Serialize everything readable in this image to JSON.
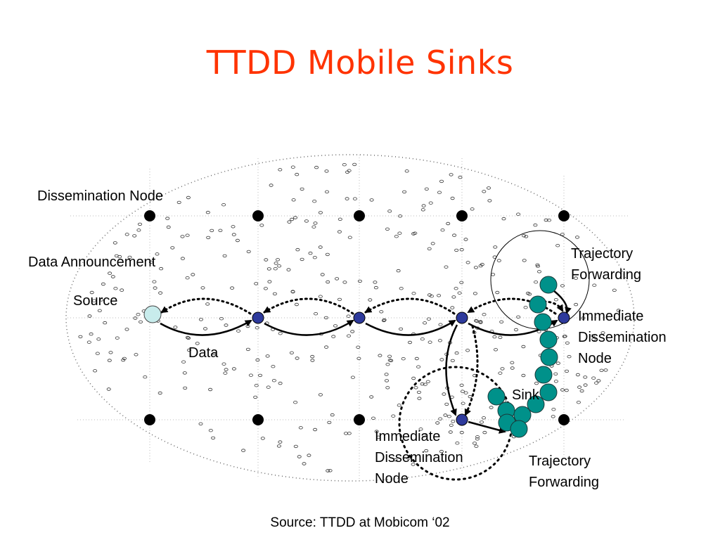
{
  "title": "TTDD Mobile Sinks",
  "footer": "Source: TTDD at Mobicom ‘02",
  "labels": {
    "dissemination_node": "Dissemination Node",
    "data_announcement": "Data Announcement",
    "source": "Source",
    "data": "Data",
    "sink": "Sink",
    "trajectory_forwarding": [
      "Trajectory",
      "Forwarding"
    ],
    "immediate_dissemination_node": [
      "Immediate",
      "Dissemination",
      "Node"
    ]
  },
  "colors": {
    "title": "#ff3300",
    "sink": "#00918a",
    "dissemination_active": "#2e3a9c",
    "dissemination_inactive": "#000000",
    "source": "#c8ecec"
  }
}
